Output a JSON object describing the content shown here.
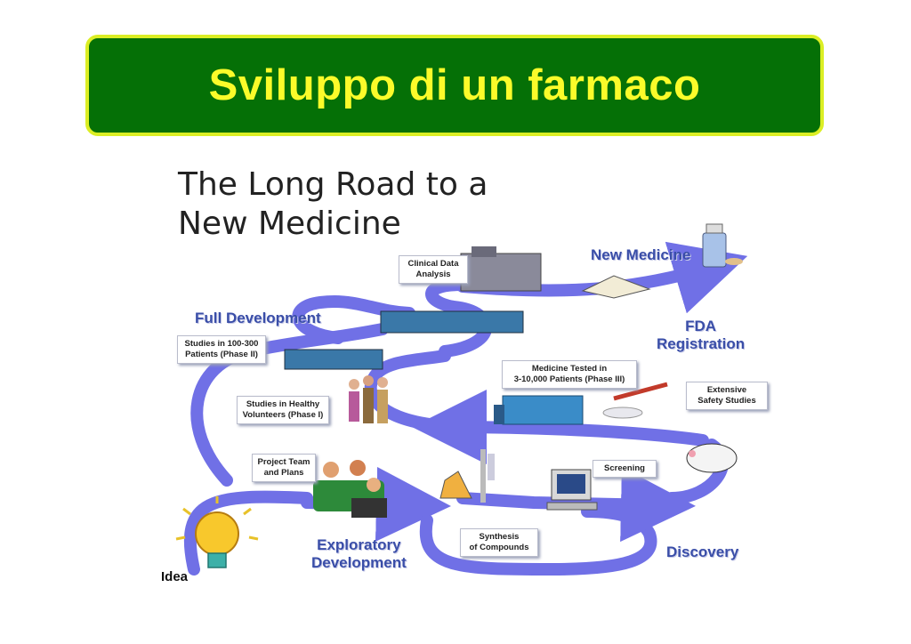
{
  "slide_title": "Sviluppo di un farmaco",
  "figure_title_line1": "The Long Road to a",
  "figure_title_line2": "New Medicine",
  "stages": {
    "new_medicine": "New Medicine",
    "full_development": "Full Development",
    "fda_line1": "FDA",
    "fda_line2": "Registration",
    "exploratory_line1": "Exploratory",
    "exploratory_line2": "Development",
    "discovery": "Discovery",
    "idea": "Idea"
  },
  "boxes": {
    "clinical_line1": "Clinical Data",
    "clinical_line2": "Analysis",
    "phase2_line1": "Studies in 100-300",
    "phase2_line2": "Patients (Phase II)",
    "phase1_line1": "Studies in Healthy",
    "phase1_line2": "Volunteers (Phase I)",
    "project_line1": "Project Team",
    "project_line2": "and Plans",
    "phase3_line1": "Medicine Tested in",
    "phase3_line2": "3-10,000 Patients (Phase III)",
    "safety_line1": "Extensive",
    "safety_line2": "Safety Studies",
    "screening": "Screening",
    "synthesis_line1": "Synthesis",
    "synthesis_line2": "of Compounds"
  },
  "colors": {
    "title_bg": "#057006",
    "title_border": "#dbee24",
    "title_text": "#fbfb2a",
    "road": "#7070e6",
    "stage_text": "#3a4ea8"
  }
}
